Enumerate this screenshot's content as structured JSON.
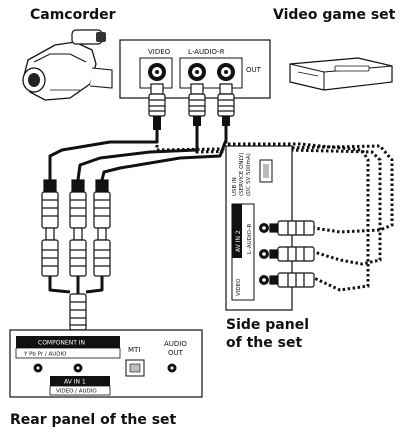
{
  "labels": {
    "camcorder": "Camcorder",
    "video_game_set": "Video game set",
    "side_panel_line1": "Side panel",
    "side_panel_line2": "of the set",
    "rear_panel": "Rear panel of the set"
  },
  "device_panel": {
    "video": "VIDEO",
    "audio": "L-AUDIO-R",
    "out": "OUT"
  },
  "side_panel": {
    "usb_line1": "USB IN",
    "usb_line2": "(SERVICE ONLY)",
    "usb_line3": "(DC 5V 500mA)",
    "av_in": "AV IN 2",
    "audio": "L–AUDIO–R",
    "video": "VIDEO"
  },
  "rear_panel_jacks": {
    "component_in": "COMPONENT IN",
    "component_sub": "Y Pb Pr   /   AUDIO",
    "mti": "MTI",
    "audio_out_line1": "AUDIO",
    "audio_out_line2": "OUT",
    "av_in_line1": "AV IN 1",
    "av_in_line2": "VIDEO / AUDIO"
  }
}
